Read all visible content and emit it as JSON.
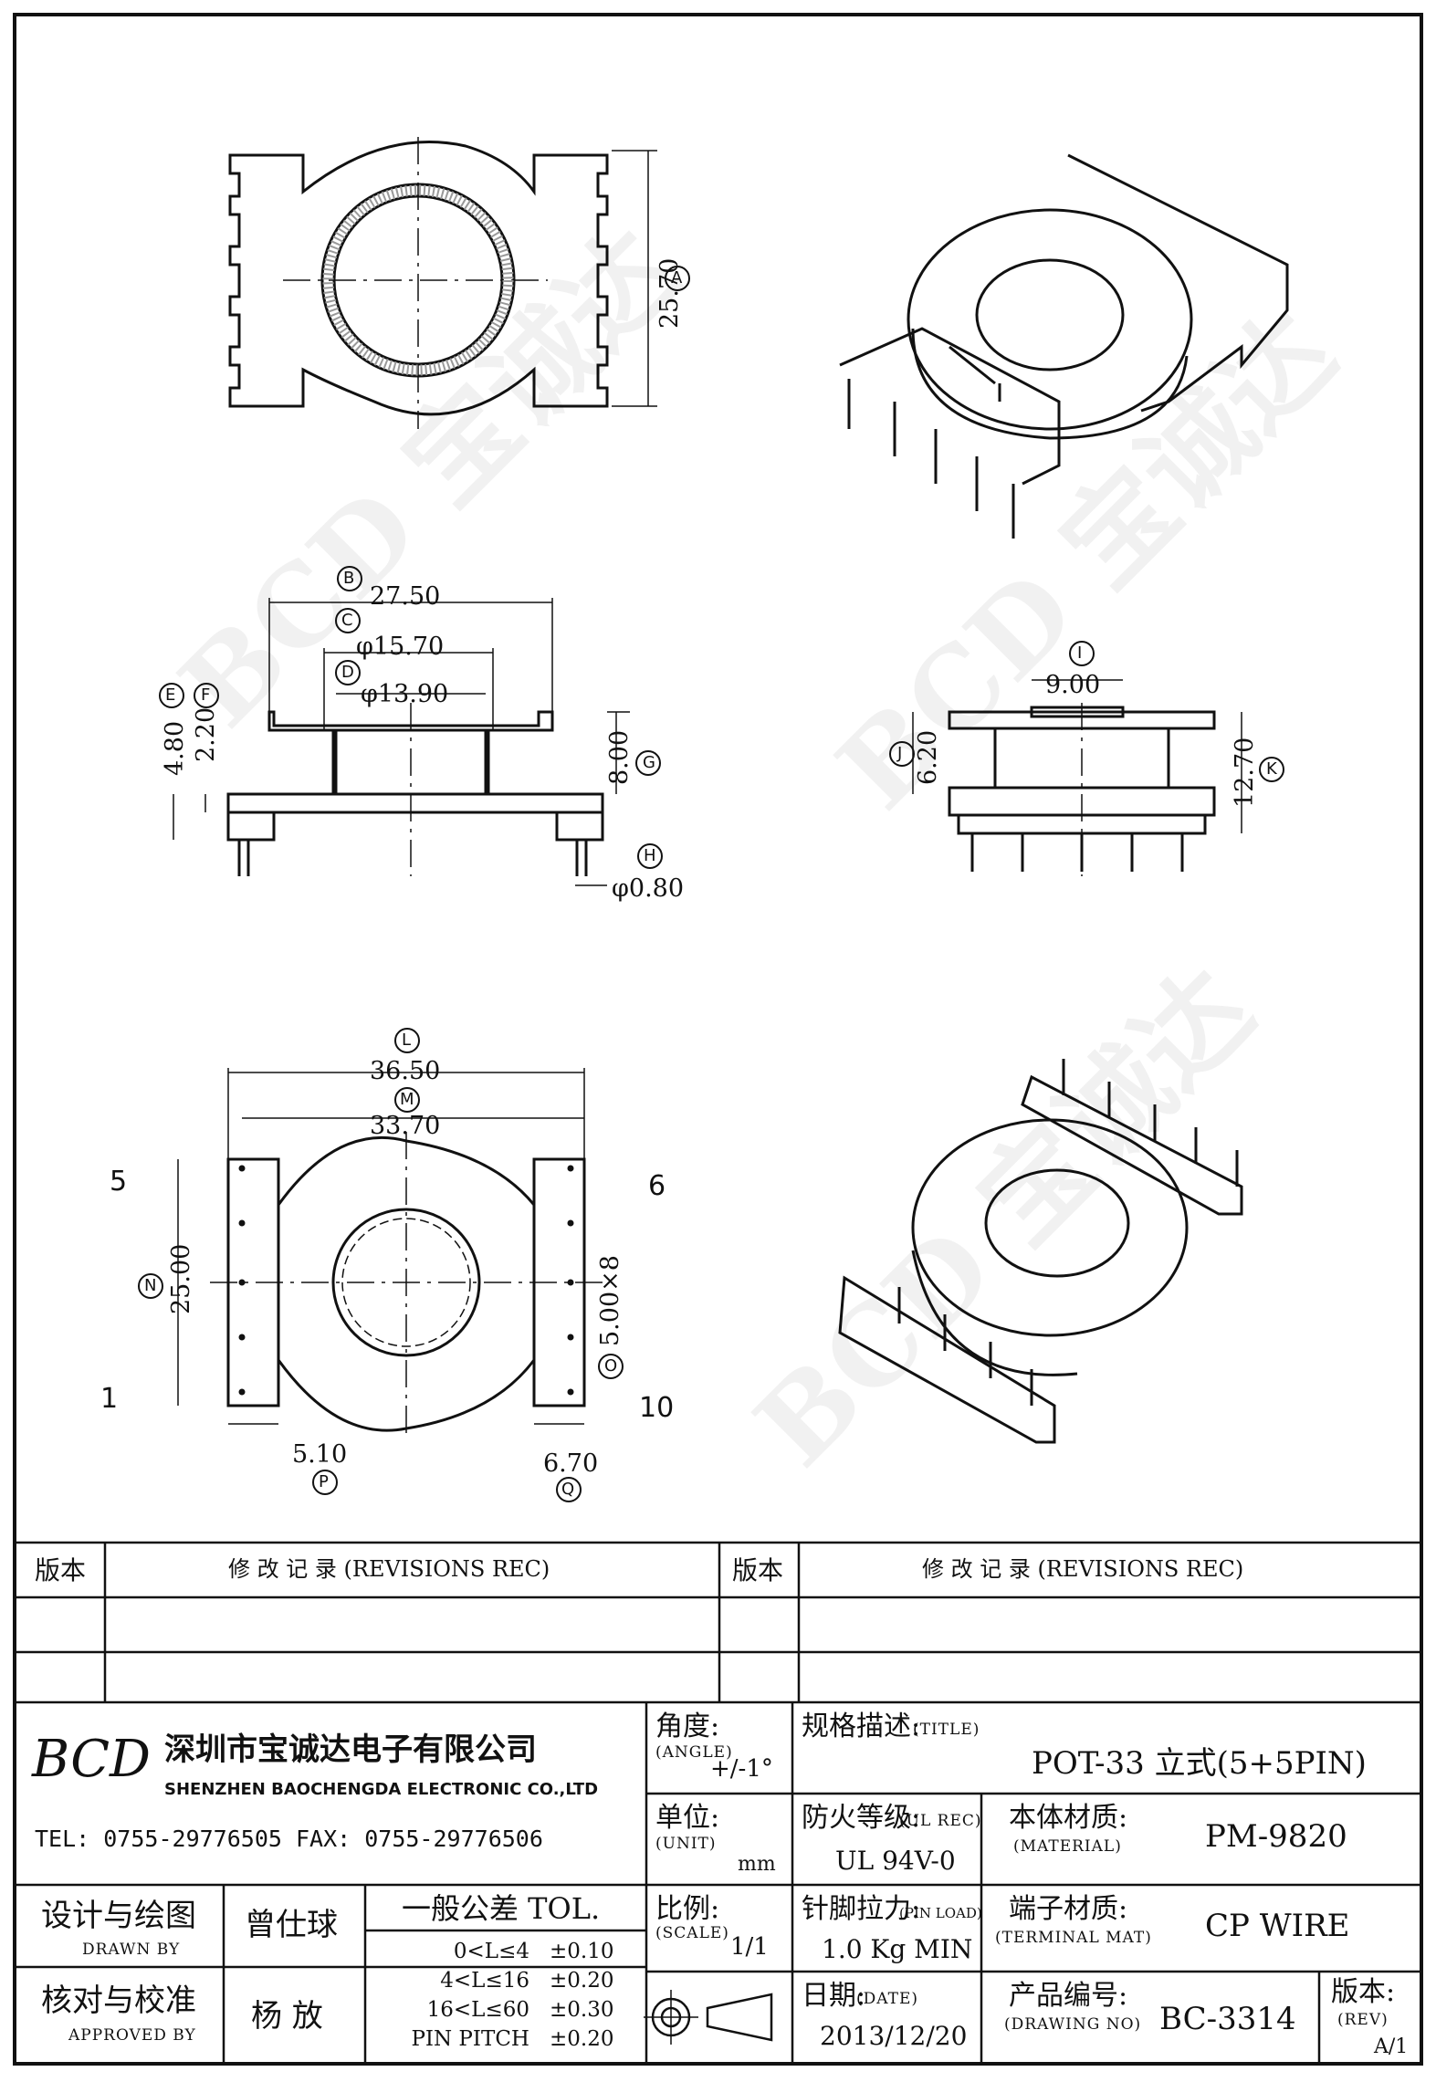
{
  "drawing": {
    "top_view": {
      "dim_a_value": "25.70",
      "dim_a_tag": "A"
    },
    "front_view": {
      "dim_b_value": "27.50",
      "dim_b_tag": "B",
      "dim_c_value": "φ15.70",
      "dim_c_tag": "C",
      "dim_d_value": "φ13.90",
      "dim_d_tag": "D",
      "dim_e_value": "4.80",
      "dim_e_tag": "E",
      "dim_f_value": "2.20",
      "dim_f_tag": "F",
      "dim_g_value": "8.00",
      "dim_g_tag": "G",
      "dim_h_value": "φ0.80",
      "dim_h_tag": "H"
    },
    "side_view": {
      "dim_i_value": "9.00",
      "dim_i_tag": "I",
      "dim_j_value": "6.20",
      "dim_j_tag": "J",
      "dim_k_value": "12.70",
      "dim_k_tag": "K"
    },
    "bottom_view": {
      "dim_l_value": "36.50",
      "dim_l_tag": "L",
      "dim_m_value": "33.70",
      "dim_m_tag": "M",
      "dim_n_value": "25.00",
      "dim_n_tag": "N",
      "dim_o_value": "5.00×8",
      "dim_o_tag": "O",
      "dim_p_value": "5.10",
      "dim_p_tag": "P",
      "dim_q_value": "6.70",
      "dim_q_tag": "Q",
      "pin_labels": {
        "tl": "5",
        "bl": "1",
        "tr": "6",
        "br": "10"
      }
    }
  },
  "watermark": "BCD 宝诚达",
  "revisions": {
    "left_header_version": "版本",
    "left_header_title": "修 改 记 录 (REVISIONS REC)",
    "right_header_version": "版本",
    "right_header_title": "修 改 记 录 (REVISIONS REC)"
  },
  "company": {
    "logo": "BCD",
    "name_cn": "深圳市宝诚达电子有限公司",
    "name_en": "SHENZHEN BAOCHENGDA ELECTRONIC CO.,LTD",
    "contact": "TEL: 0755-29776505  FAX: 0755-29776506"
  },
  "title_block": {
    "angle_label_cn": "角度:",
    "angle_label_en": "(ANGLE)",
    "angle_value": "+/-1°",
    "unit_label_cn": "单位:",
    "unit_label_en": "(UNIT)",
    "unit_value": "mm",
    "scale_label_cn": "比例:",
    "scale_label_en": "(SCALE)",
    "scale_value": "1/1",
    "title_label_cn": "规格描述:",
    "title_label_en": "(TITLE)",
    "title_value": "POT-33 立式(5+5PIN)",
    "ul_label_cn": "防火等级:",
    "ul_label_en": "(UL REC)",
    "ul_value": "UL 94V-0",
    "material_label_cn": "本体材质:",
    "material_label_en": "(MATERIAL)",
    "material_value": "PM-9820",
    "pinload_label_cn": "针脚拉力:",
    "pinload_label_en": "(PIN LOAD)",
    "pinload_value": "1.0 Kg MIN",
    "terminal_label_cn": "端子材质:",
    "terminal_label_en": "(TERMINAL MAT)",
    "terminal_value": "CP WIRE",
    "date_label_cn": "日期:",
    "date_label_en": "(DATE)",
    "date_value": "2013/12/20",
    "drawingno_label_cn": "产品编号:",
    "drawingno_label_en": "(DRAWING NO)",
    "drawingno_value": "BC-3314",
    "rev_label_cn": "版本:",
    "rev_label_en": "(REV)",
    "rev_value": "A/1",
    "drawn_label_cn": "设计与绘图",
    "drawn_label_en": "DRAWN BY",
    "drawn_value": "曾仕球",
    "approved_label_cn": "核对与校准",
    "approved_label_en": "APPROVED BY",
    "approved_value": "杨 放",
    "tol_title": "一般公差 TOL.",
    "tol_rows": [
      {
        "range": "0<L≤4",
        "value": "±0.10"
      },
      {
        "range": "4<L≤16",
        "value": "±0.20"
      },
      {
        "range": "16<L≤60",
        "value": "±0.30"
      },
      {
        "range": "PIN PITCH",
        "value": "±0.20"
      }
    ]
  }
}
